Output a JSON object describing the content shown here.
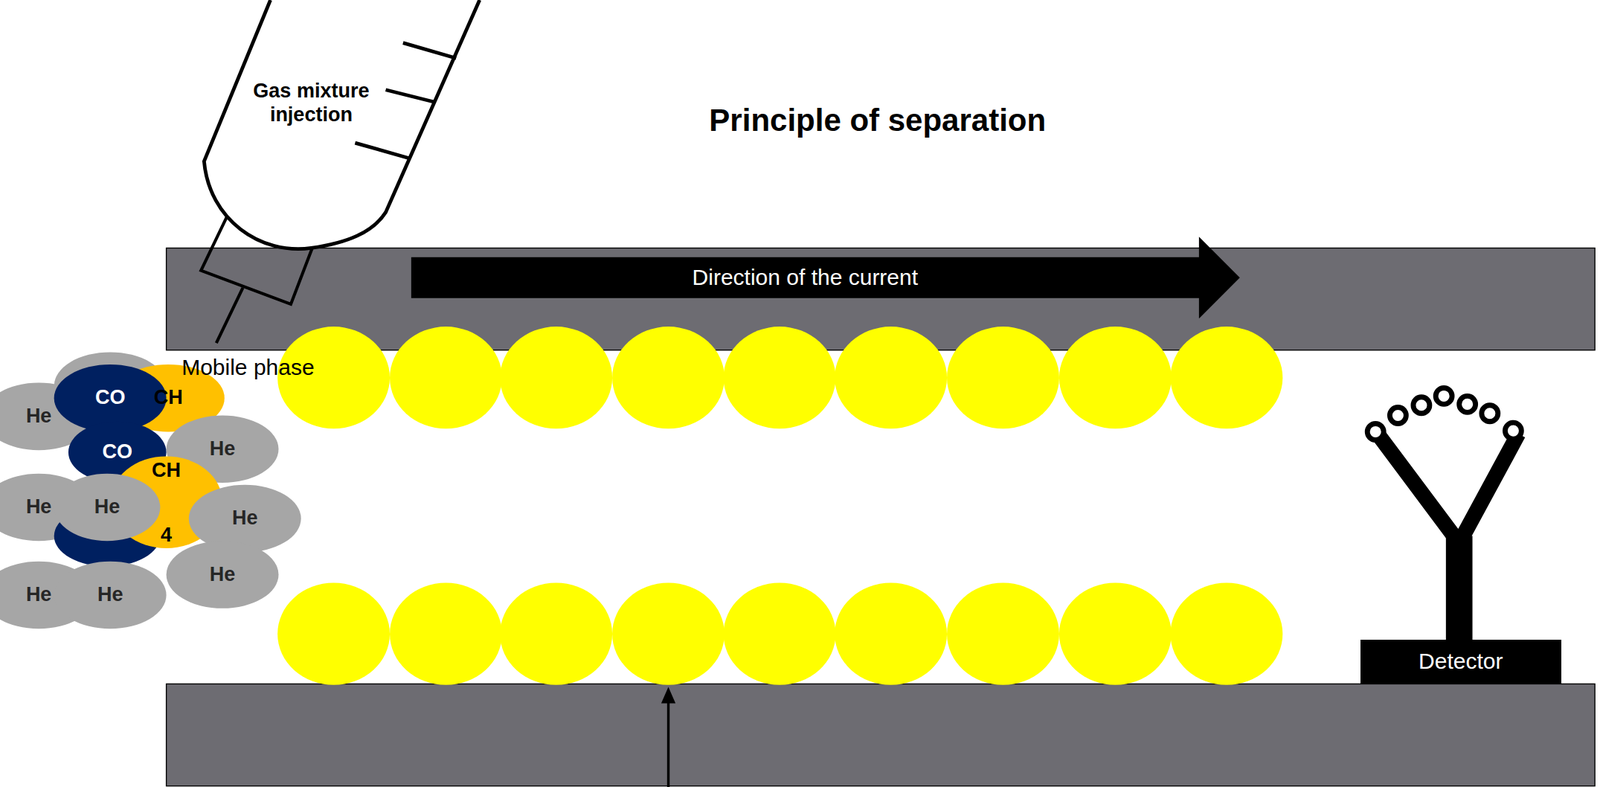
{
  "diagram": {
    "title": "Principle of separation",
    "nodes": [
      {
        "text": [
          "Gas mixture injection"
        ]
      },
      {
        "text": [
          "Direction of the current"
        ]
      },
      {
        "text": [
          "He"
        ]
      },
      {
        "text": [
          "CO"
        ]
      },
      {
        "text": [
          "CH"
        ]
      },
      {
        "text": [
          "CO"
        ]
      },
      {
        "text": [
          "He"
        ]
      },
      {
        "text": [
          "He"
        ]
      },
      {
        "text": [
          "He"
        ]
      },
      {
        "text": [
          "CH",
          "4"
        ]
      },
      {
        "text": [
          "He"
        ]
      },
      {
        "text": [
          "He"
        ]
      },
      {
        "text": [
          "He"
        ]
      },
      {
        "text": [
          "He"
        ]
      },
      {
        "text": [
          "Detector"
        ]
      }
    ],
    "labels": [
      "Mobile phase"
    ]
  }
}
